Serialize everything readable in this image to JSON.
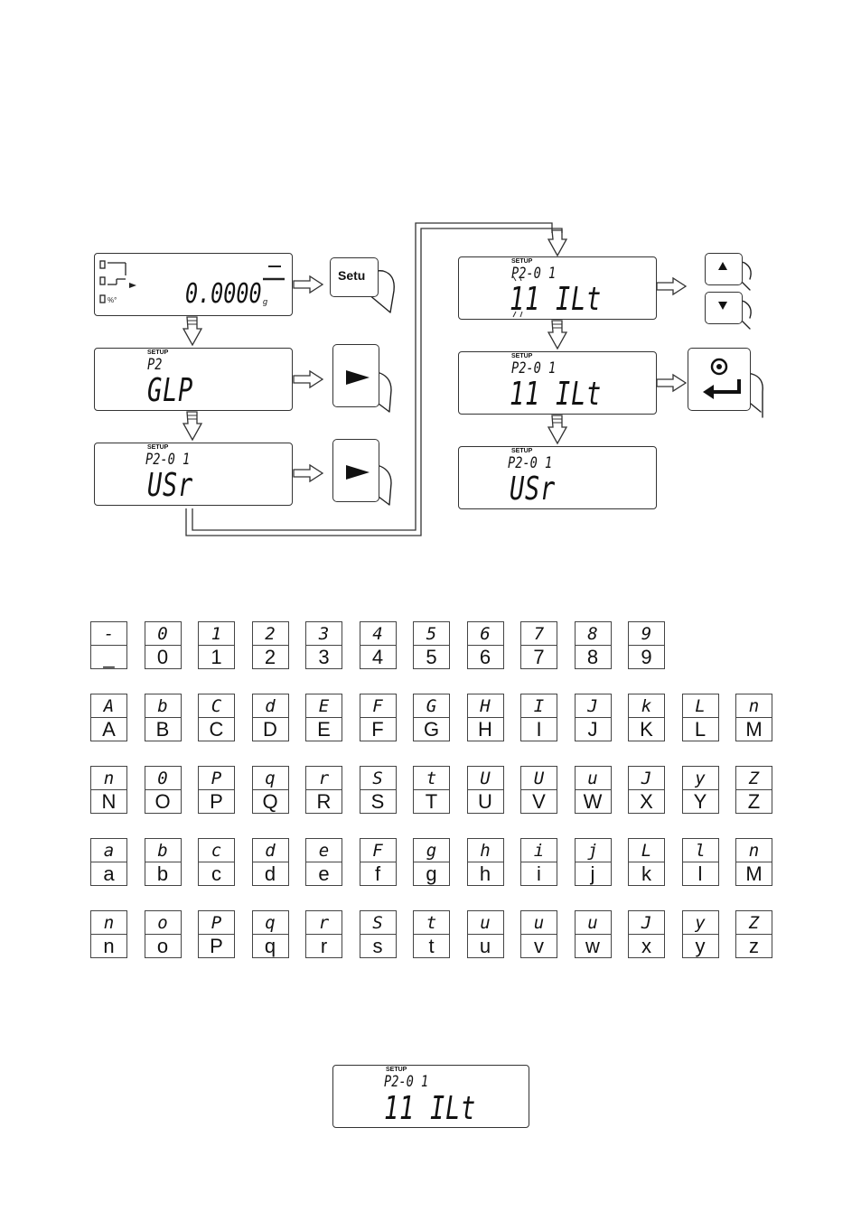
{
  "flow": {
    "display1": {
      "value": "0.0000",
      "unit": "g"
    },
    "setup_key_label": "Setu",
    "display2": {
      "setup": "SETUP",
      "code": "P2",
      "word": "GLP"
    },
    "display3": {
      "setup": "SETUP",
      "code": "P2-0 1",
      "word": "USr"
    },
    "display4": {
      "setup": "SETUP",
      "code": "P2-0 1",
      "word": "11 ILt"
    },
    "display5": {
      "setup": "SETUP",
      "code": "P2-0 1",
      "word": "11 ILt"
    },
    "display6": {
      "setup": "SETUP",
      "code": "P2-0 1",
      "word": "USr"
    },
    "up_key_icon": "up-arrow-icon",
    "down_key_icon": "down-arrow-icon",
    "enter_key_icon": "enter-arrow-icon"
  },
  "char_table": {
    "rows": [
      [
        [
          "-",
          "_"
        ],
        [
          "0",
          "0"
        ],
        [
          "1",
          "1"
        ],
        [
          "2",
          "2"
        ],
        [
          "3",
          "3"
        ],
        [
          "4",
          "4"
        ],
        [
          "5",
          "5"
        ],
        [
          "6",
          "6"
        ],
        [
          "7",
          "7"
        ],
        [
          "8",
          "8"
        ],
        [
          "9",
          "9"
        ]
      ],
      [
        [
          "A",
          "A"
        ],
        [
          "b",
          "B"
        ],
        [
          "C",
          "C"
        ],
        [
          "d",
          "D"
        ],
        [
          "E",
          "E"
        ],
        [
          "F",
          "F"
        ],
        [
          "G",
          "G"
        ],
        [
          "H",
          "H"
        ],
        [
          "I",
          "I"
        ],
        [
          "J",
          "J"
        ],
        [
          "k",
          "K"
        ],
        [
          "L",
          "L"
        ],
        [
          "n",
          "M"
        ]
      ],
      [
        [
          "n",
          "N"
        ],
        [
          "0",
          "O"
        ],
        [
          "P",
          "P"
        ],
        [
          "q",
          "Q"
        ],
        [
          "r",
          "R"
        ],
        [
          "S",
          "S"
        ],
        [
          "t",
          "T"
        ],
        [
          "U",
          "U"
        ],
        [
          "U",
          "V"
        ],
        [
          "u",
          "W"
        ],
        [
          "J",
          "X"
        ],
        [
          "y",
          "Y"
        ],
        [
          "Z",
          "Z"
        ]
      ],
      [
        [
          "a",
          "a"
        ],
        [
          "b",
          "b"
        ],
        [
          "c",
          "c"
        ],
        [
          "d",
          "d"
        ],
        [
          "e",
          "e"
        ],
        [
          "F",
          "f"
        ],
        [
          "g",
          "g"
        ],
        [
          "h",
          "h"
        ],
        [
          "i",
          "i"
        ],
        [
          "j",
          "j"
        ],
        [
          "L",
          "k"
        ],
        [
          "l",
          "l"
        ],
        [
          "n",
          "M"
        ]
      ],
      [
        [
          "n",
          "n"
        ],
        [
          "o",
          "o"
        ],
        [
          "P",
          "P"
        ],
        [
          "q",
          "q"
        ],
        [
          "r",
          "r"
        ],
        [
          "S",
          "s"
        ],
        [
          "t",
          "t"
        ],
        [
          "u",
          "u"
        ],
        [
          "u",
          "v"
        ],
        [
          "u",
          "w"
        ],
        [
          "J",
          "x"
        ],
        [
          "y",
          "y"
        ],
        [
          "Z",
          "z"
        ]
      ]
    ]
  },
  "final_display": {
    "setup": "SETUP",
    "code": "P2-0 1",
    "word": "11 ILt"
  }
}
